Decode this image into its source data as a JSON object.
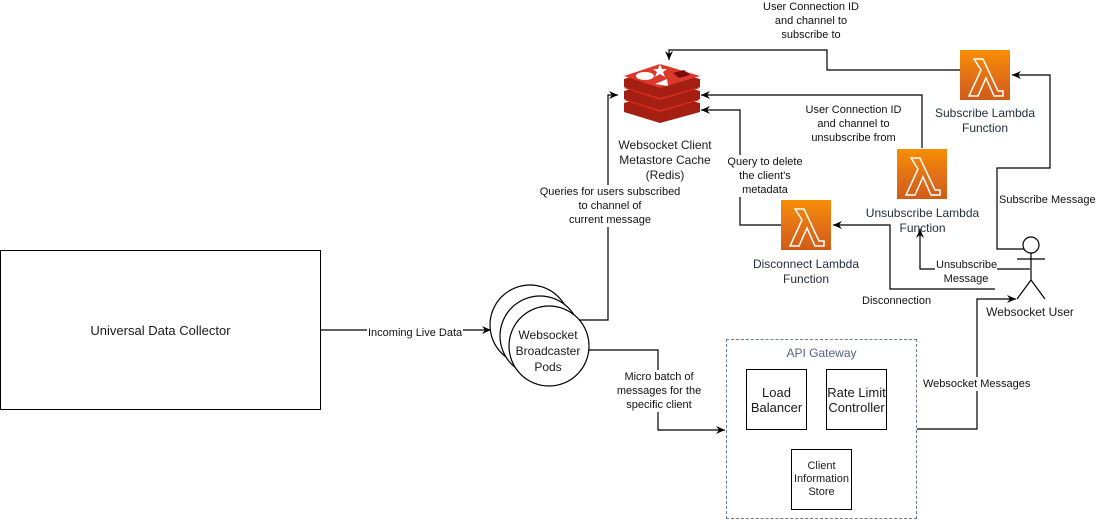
{
  "nodes": {
    "data_collector": "Universal Data Collector",
    "redis": {
      "line1": "Websocket Client",
      "line2": "Metastore Cache",
      "line3": "(Redis)"
    },
    "pods": {
      "line1": "Websocket",
      "line2": "Broadcaster",
      "line3": "Pods"
    },
    "subscribe_lambda": {
      "line1": "Subscribe Lambda",
      "line2": "Function"
    },
    "unsubscribe_lambda": {
      "line1": "Unsubscribe Lambda",
      "line2": "Function"
    },
    "disconnect_lambda": {
      "line1": "Disconnect Lambda",
      "line2": "Function"
    },
    "user": "Websocket User",
    "api_gateway": {
      "title": "API Gateway",
      "load_balancer": {
        "line1": "Load",
        "line2": "Balancer"
      },
      "rate_limit": {
        "line1": "Rate Limit",
        "line2": "Controller"
      },
      "client_info": {
        "line1": "Client",
        "line2": "Information",
        "line3": "Store"
      }
    }
  },
  "edges": {
    "incoming_live_data": "Incoming Live Data",
    "queries": {
      "line1": "Queries for users subscribed",
      "line2": "to channel of",
      "line3": "current message"
    },
    "subscribe_to_redis": {
      "line1": "User Connection ID",
      "line2": "and channel to",
      "line3": "subscribe to"
    },
    "unsubscribe_to_redis": {
      "line1": "User Connection ID",
      "line2": "and channel to",
      "line3": "unsubscribe from"
    },
    "delete_query": {
      "line1": "Query to delete",
      "line2": "the client's",
      "line3": "metadata"
    },
    "subscribe_message": "Subscribe Message",
    "unsubscribe_message": {
      "line1": "Unsubscribe",
      "line2": "Message"
    },
    "disconnection": "Disconnection",
    "micro_batch": {
      "line1": "Micro batch of",
      "line2": "messages for the",
      "line3": "specific client"
    },
    "websocket_messages": "Websocket Messages"
  },
  "colors": {
    "lambda_orange": "#f78e04",
    "redis_red": "#d82c20",
    "gateway_border": "#6c7a92"
  }
}
